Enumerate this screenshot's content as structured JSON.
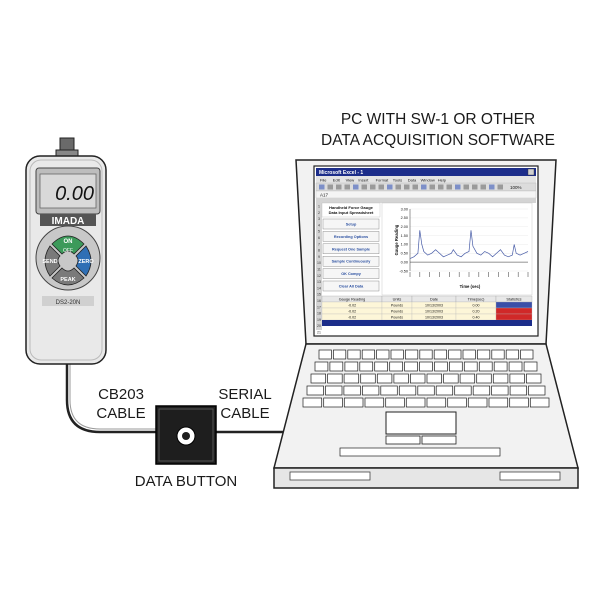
{
  "labels": {
    "pc_title_line1": "PC WITH SW-1 OR OTHER",
    "pc_title_line2": "DATA ACQUISITION SOFTWARE",
    "cb203_line1": "CB203",
    "cb203_line2": "CABLE",
    "serial_line1": "SERIAL",
    "serial_line2": "CABLE",
    "data_button": "DATA BUTTON"
  },
  "gauge": {
    "reading": "0.00",
    "brand": "IMADA",
    "btn_on": "ON",
    "btn_off": "OFF",
    "btn_send": "SEND",
    "btn_zero": "ZERO",
    "btn_peak": "PEAK",
    "model": "DS2-20N"
  },
  "screen": {
    "window_title": "Microsoft Excel - 1",
    "menu": [
      "File",
      "Edit",
      "View",
      "Insert",
      "Format",
      "Tools",
      "Data",
      "Window",
      "Help"
    ],
    "zoom": "100%",
    "cell_ref": "A17",
    "sheet_title_1": "Handheld Force Gauge",
    "sheet_title_2": "Data Input Spreadsheet",
    "side_buttons": [
      "Setup",
      "Recording Options",
      "Request One Sample",
      "Sample Continuously",
      "OK Compy",
      "Clear All Data"
    ],
    "graph_ylabel": "Gauge Reading",
    "graph_xlabel": "Time (sec)",
    "table_headers": [
      "Gauge Reading",
      "Units",
      "Date",
      "Time(sec)",
      "Statistics"
    ],
    "table_rows": [
      {
        "row": "18",
        "reading": "-0.02",
        "units": "Pounds",
        "date": "10/13/2003",
        "time": "0.00"
      },
      {
        "row": "19",
        "reading": "-0.02",
        "units": "Pounds",
        "date": "10/13/2003",
        "time": "0.20"
      },
      {
        "row": "20",
        "reading": "-0.02",
        "units": "Pounds",
        "date": "10/13/2003",
        "time": "0.40"
      }
    ]
  },
  "chart_data": {
    "type": "line",
    "yticks": [
      "3.00",
      "2.50",
      "2.00",
      "1.50",
      "1.00",
      "0.50",
      "0.00",
      "-0.50"
    ],
    "ylim": [
      -0.5,
      3.0
    ],
    "xlim": [
      0,
      60
    ],
    "ylabel": "Gauge Reading",
    "xlabel": "Time (sec)",
    "series": [
      {
        "values": [
          [
            0,
            0.2
          ],
          [
            2,
            0.3
          ],
          [
            4,
            0.5
          ],
          [
            5,
            1.8
          ],
          [
            6,
            1.0
          ],
          [
            7,
            0.6
          ],
          [
            9,
            0.4
          ],
          [
            11,
            0.5
          ],
          [
            13,
            0.7
          ],
          [
            15,
            0.5
          ],
          [
            17,
            0.3
          ],
          [
            19,
            0.4
          ],
          [
            21,
            0.5
          ],
          [
            22,
            0.7
          ],
          [
            24,
            0.4
          ],
          [
            26,
            0.3
          ],
          [
            28,
            0.5
          ],
          [
            30,
            0.6
          ],
          [
            31,
            1.8
          ],
          [
            32,
            0.9
          ],
          [
            34,
            0.5
          ],
          [
            36,
            0.4
          ],
          [
            38,
            0.6
          ],
          [
            40,
            0.5
          ],
          [
            42,
            0.3
          ],
          [
            44,
            0.5
          ],
          [
            46,
            0.7
          ],
          [
            48,
            0.4
          ],
          [
            50,
            0.3
          ],
          [
            52,
            0.4
          ],
          [
            53,
            1.0
          ],
          [
            54,
            0.5
          ],
          [
            56,
            0.4
          ],
          [
            58,
            0.5
          ],
          [
            60,
            0.6
          ]
        ]
      }
    ],
    "color": "#4a5ea8"
  }
}
